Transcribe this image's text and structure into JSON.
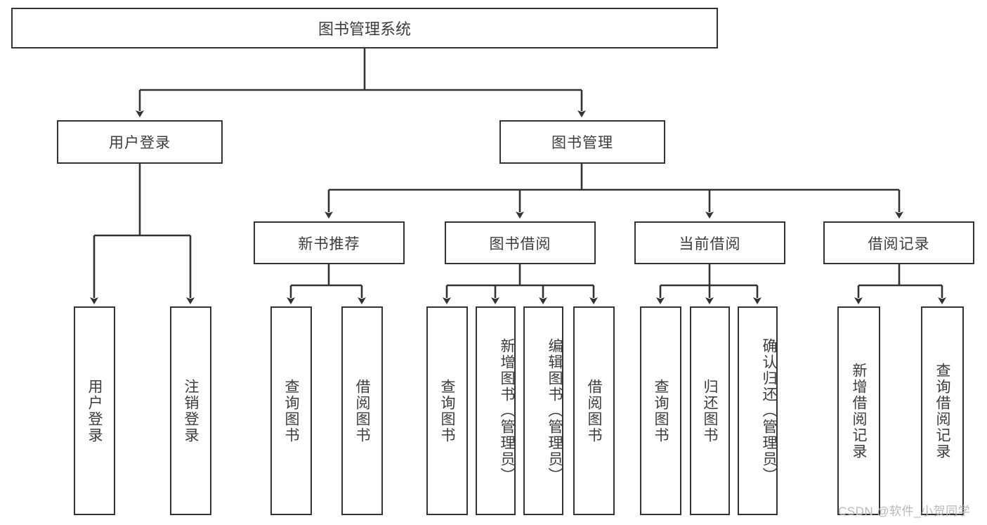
{
  "diagram": {
    "title": "图书管理系统",
    "root": {
      "label": "图书管理系统"
    },
    "level2": [
      {
        "label": "用户登录"
      },
      {
        "label": "图书管理"
      }
    ],
    "level3": [
      {
        "label": "新书推荐"
      },
      {
        "label": "图书借阅"
      },
      {
        "label": "当前借阅"
      },
      {
        "label": "借阅记录"
      }
    ],
    "leaves": {
      "user_login": [
        {
          "label": "用户登录"
        },
        {
          "label": "注销登录"
        }
      ],
      "new_book_recommend": [
        {
          "label": "查询图书"
        },
        {
          "label": "借阅图书"
        }
      ],
      "book_borrow": [
        {
          "label": "查询图书"
        },
        {
          "label": "新增图书（管理员）"
        },
        {
          "label": "编辑图书（管理员）"
        },
        {
          "label": "借阅图书"
        }
      ],
      "current_borrow": [
        {
          "label": "查询图书"
        },
        {
          "label": "归还图书"
        },
        {
          "label": "确认归还（管理员）"
        }
      ],
      "borrow_record": [
        {
          "label": "新增借阅记录"
        },
        {
          "label": "查询借阅记录"
        }
      ]
    }
  },
  "watermark": {
    "text": "CSDN @软件_小贺同学"
  },
  "colors": {
    "border": "#333333",
    "text": "#3c3c3c",
    "background": "#ffffff",
    "watermark": "#b9b9b9"
  }
}
